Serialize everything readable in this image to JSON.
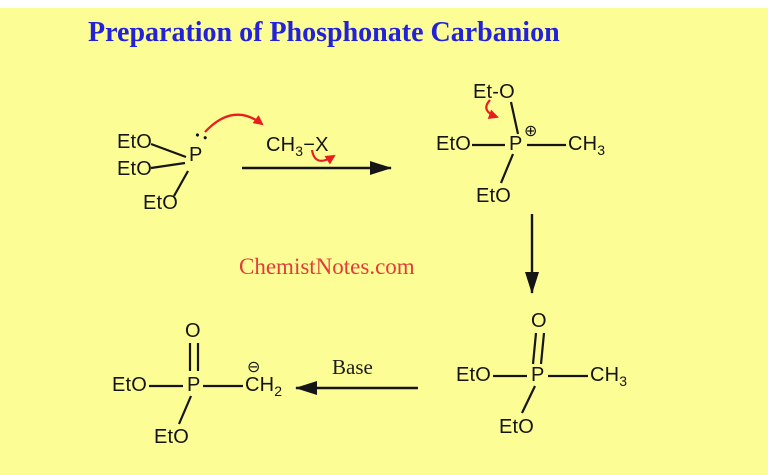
{
  "title": "Preparation of Phosphonate Carbanion",
  "watermark": "ChemistNotes.com",
  "reaction": {
    "reagent": {
      "main": "CH",
      "sub": "3",
      "rest": "−X"
    },
    "base_label": "Base"
  },
  "icons": {
    "lone_pair": "••",
    "plus_charge": "⊕",
    "minus_charge": "⊖"
  },
  "structures": {
    "phosphite": {
      "eto_top": "EtO",
      "eto_mid": "EtO",
      "eto_bottom": "EtO",
      "p": "P"
    },
    "phosphonium": {
      "et_o_top": "Et-O",
      "eto_left": "EtO",
      "p": "P",
      "methyl_main": "CH",
      "methyl_sub": "3",
      "eto_bottom": "EtO"
    },
    "methylphosphonate": {
      "o": "O",
      "eto_left": "EtO",
      "p": "P",
      "methyl_main": "CH",
      "methyl_sub": "3",
      "eto_bottom": "EtO"
    },
    "carbanion": {
      "o": "O",
      "eto_left": "EtO",
      "p": "P",
      "methylene_main": "CH",
      "methylene_sub": "2",
      "eto_bottom": "EtO"
    }
  },
  "colors": {
    "background": "#FDFD96",
    "title": "#2222DC",
    "watermark": "#E23B3B",
    "bond": "#151515",
    "mechanism_arrow": "#E81E1E"
  }
}
